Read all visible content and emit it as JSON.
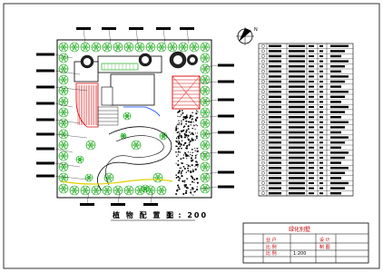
{
  "drawing": {
    "title": "植 物 配 置 图",
    "scale": "1 : 200"
  },
  "title_block": {
    "project_name": "绿化别墅",
    "row1": {
      "left": "业 户",
      "right": "设 计"
    },
    "row2": {
      "left": "比 例",
      "right": "制 图"
    },
    "row3": {
      "left": "比 例",
      "value": "1:200"
    }
  },
  "compass": {
    "label": "N"
  },
  "legend": {
    "rows": 30
  },
  "colors": {
    "plants": "#00a000",
    "building": "#000000",
    "paving_red": "#d40000",
    "title_block_text": "#c00000"
  }
}
